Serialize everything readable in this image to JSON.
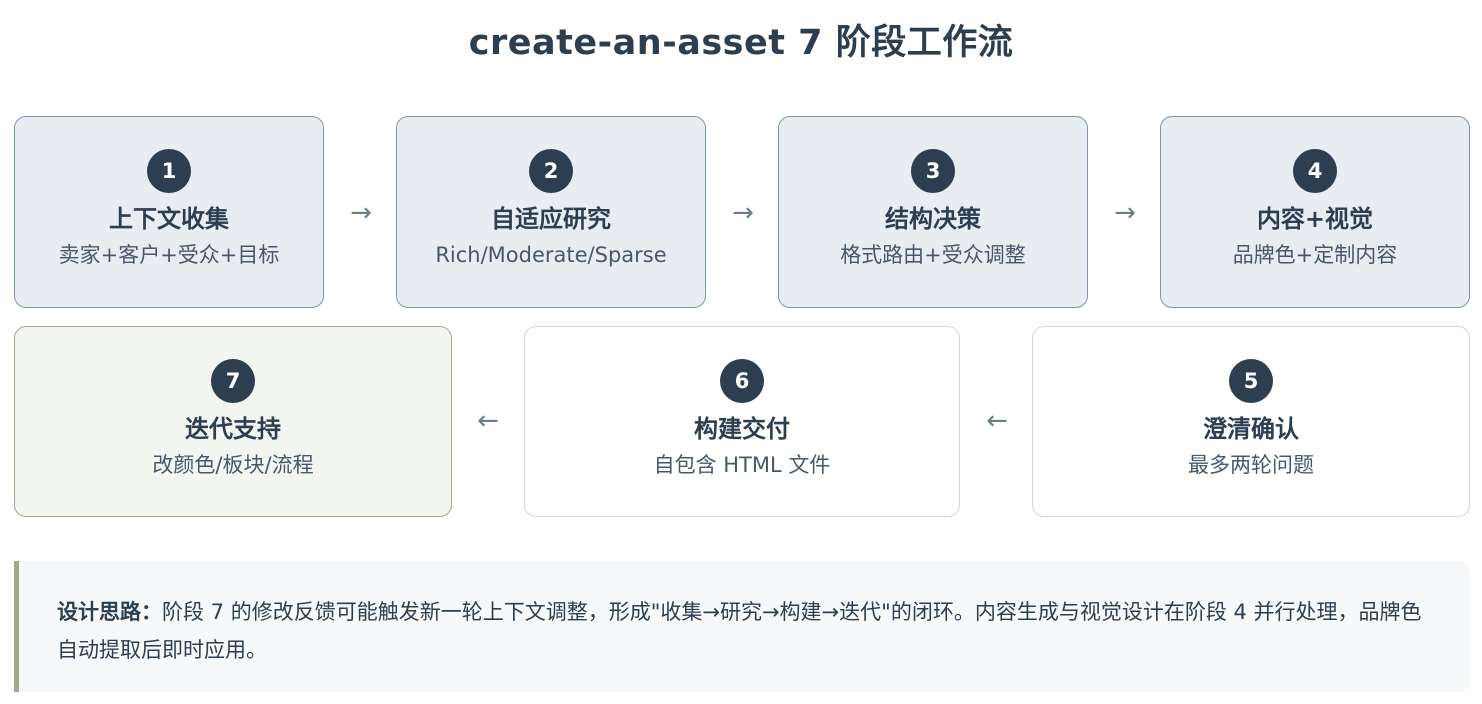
{
  "title": "create-an-asset 7 阶段工作流",
  "arrows": {
    "right": "→",
    "left": "←"
  },
  "steps": [
    {
      "num": "1",
      "title": "上下文收集",
      "sub": "卖家+客户+受众+目标"
    },
    {
      "num": "2",
      "title": "自适应研究",
      "sub": "Rich/Moderate/Sparse"
    },
    {
      "num": "3",
      "title": "结构决策",
      "sub": "格式路由+受众调整"
    },
    {
      "num": "4",
      "title": "内容+视觉",
      "sub": "品牌色+定制内容"
    },
    {
      "num": "5",
      "title": "澄清确认",
      "sub": "最多两轮问题"
    },
    {
      "num": "6",
      "title": "构建交付",
      "sub": "自包含 HTML 文件"
    },
    {
      "num": "7",
      "title": "迭代支持",
      "sub": "改颜色/板块/流程"
    }
  ],
  "note": {
    "label": "设计思路：",
    "text": "阶段 7 的修改反馈可能触发新一轮上下文调整，形成\"收集→研究→构建→迭代\"的闭环。内容生成与视觉设计在阶段 4 并行处理，品牌色自动提取后即时应用。"
  },
  "colors": {
    "badge": "#2c3e50",
    "active_card_bg": "#e8edf2",
    "active_card_border": "#7c95ab",
    "final_card_bg": "#f3f5f0",
    "final_card_border": "#9dab8c",
    "plain_card_border": "#ccd8e2"
  }
}
